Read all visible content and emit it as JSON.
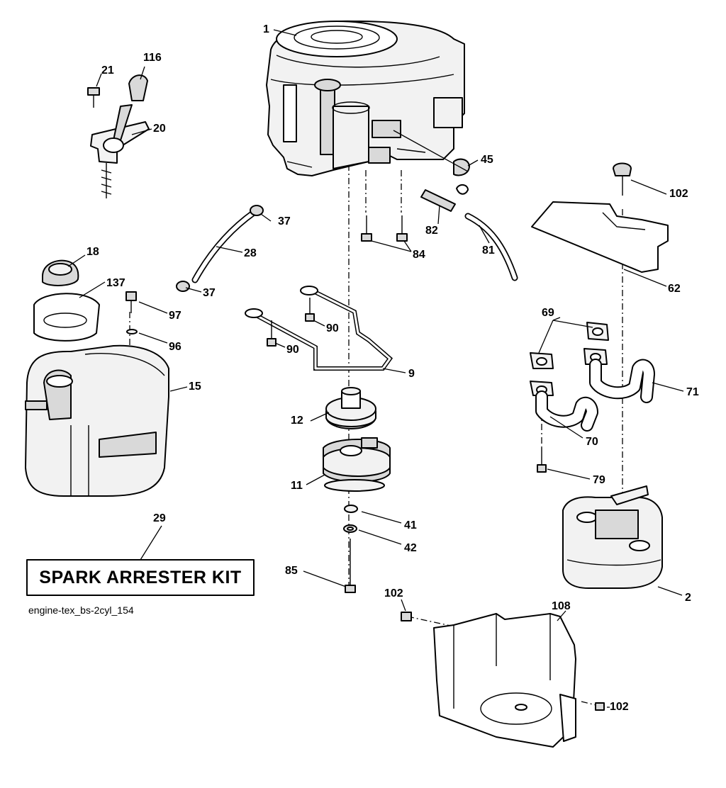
{
  "diagram": {
    "kit_box_label": "SPARK ARRESTER KIT",
    "drawing_code": "engine-tex_bs-2cyl_154",
    "callouts": {
      "c1": "1",
      "c2": "2",
      "c9": "9",
      "c11": "11",
      "c12": "12",
      "c15": "15",
      "c18": "18",
      "c20": "20",
      "c21": "21",
      "c28": "28",
      "c29": "29",
      "c37a": "37",
      "c37b": "37",
      "c41": "41",
      "c42": "42",
      "c45": "45",
      "c62": "62",
      "c69": "69",
      "c70": "70",
      "c71": "71",
      "c79": "79",
      "c81": "81",
      "c82": "82",
      "c84": "84",
      "c85": "85",
      "c90a": "90",
      "c90b": "90",
      "c96": "96",
      "c97": "97",
      "c102a": "102",
      "c102b": "102",
      "c102c": "102",
      "c108": "108",
      "c116": "116",
      "c137": "137"
    }
  }
}
